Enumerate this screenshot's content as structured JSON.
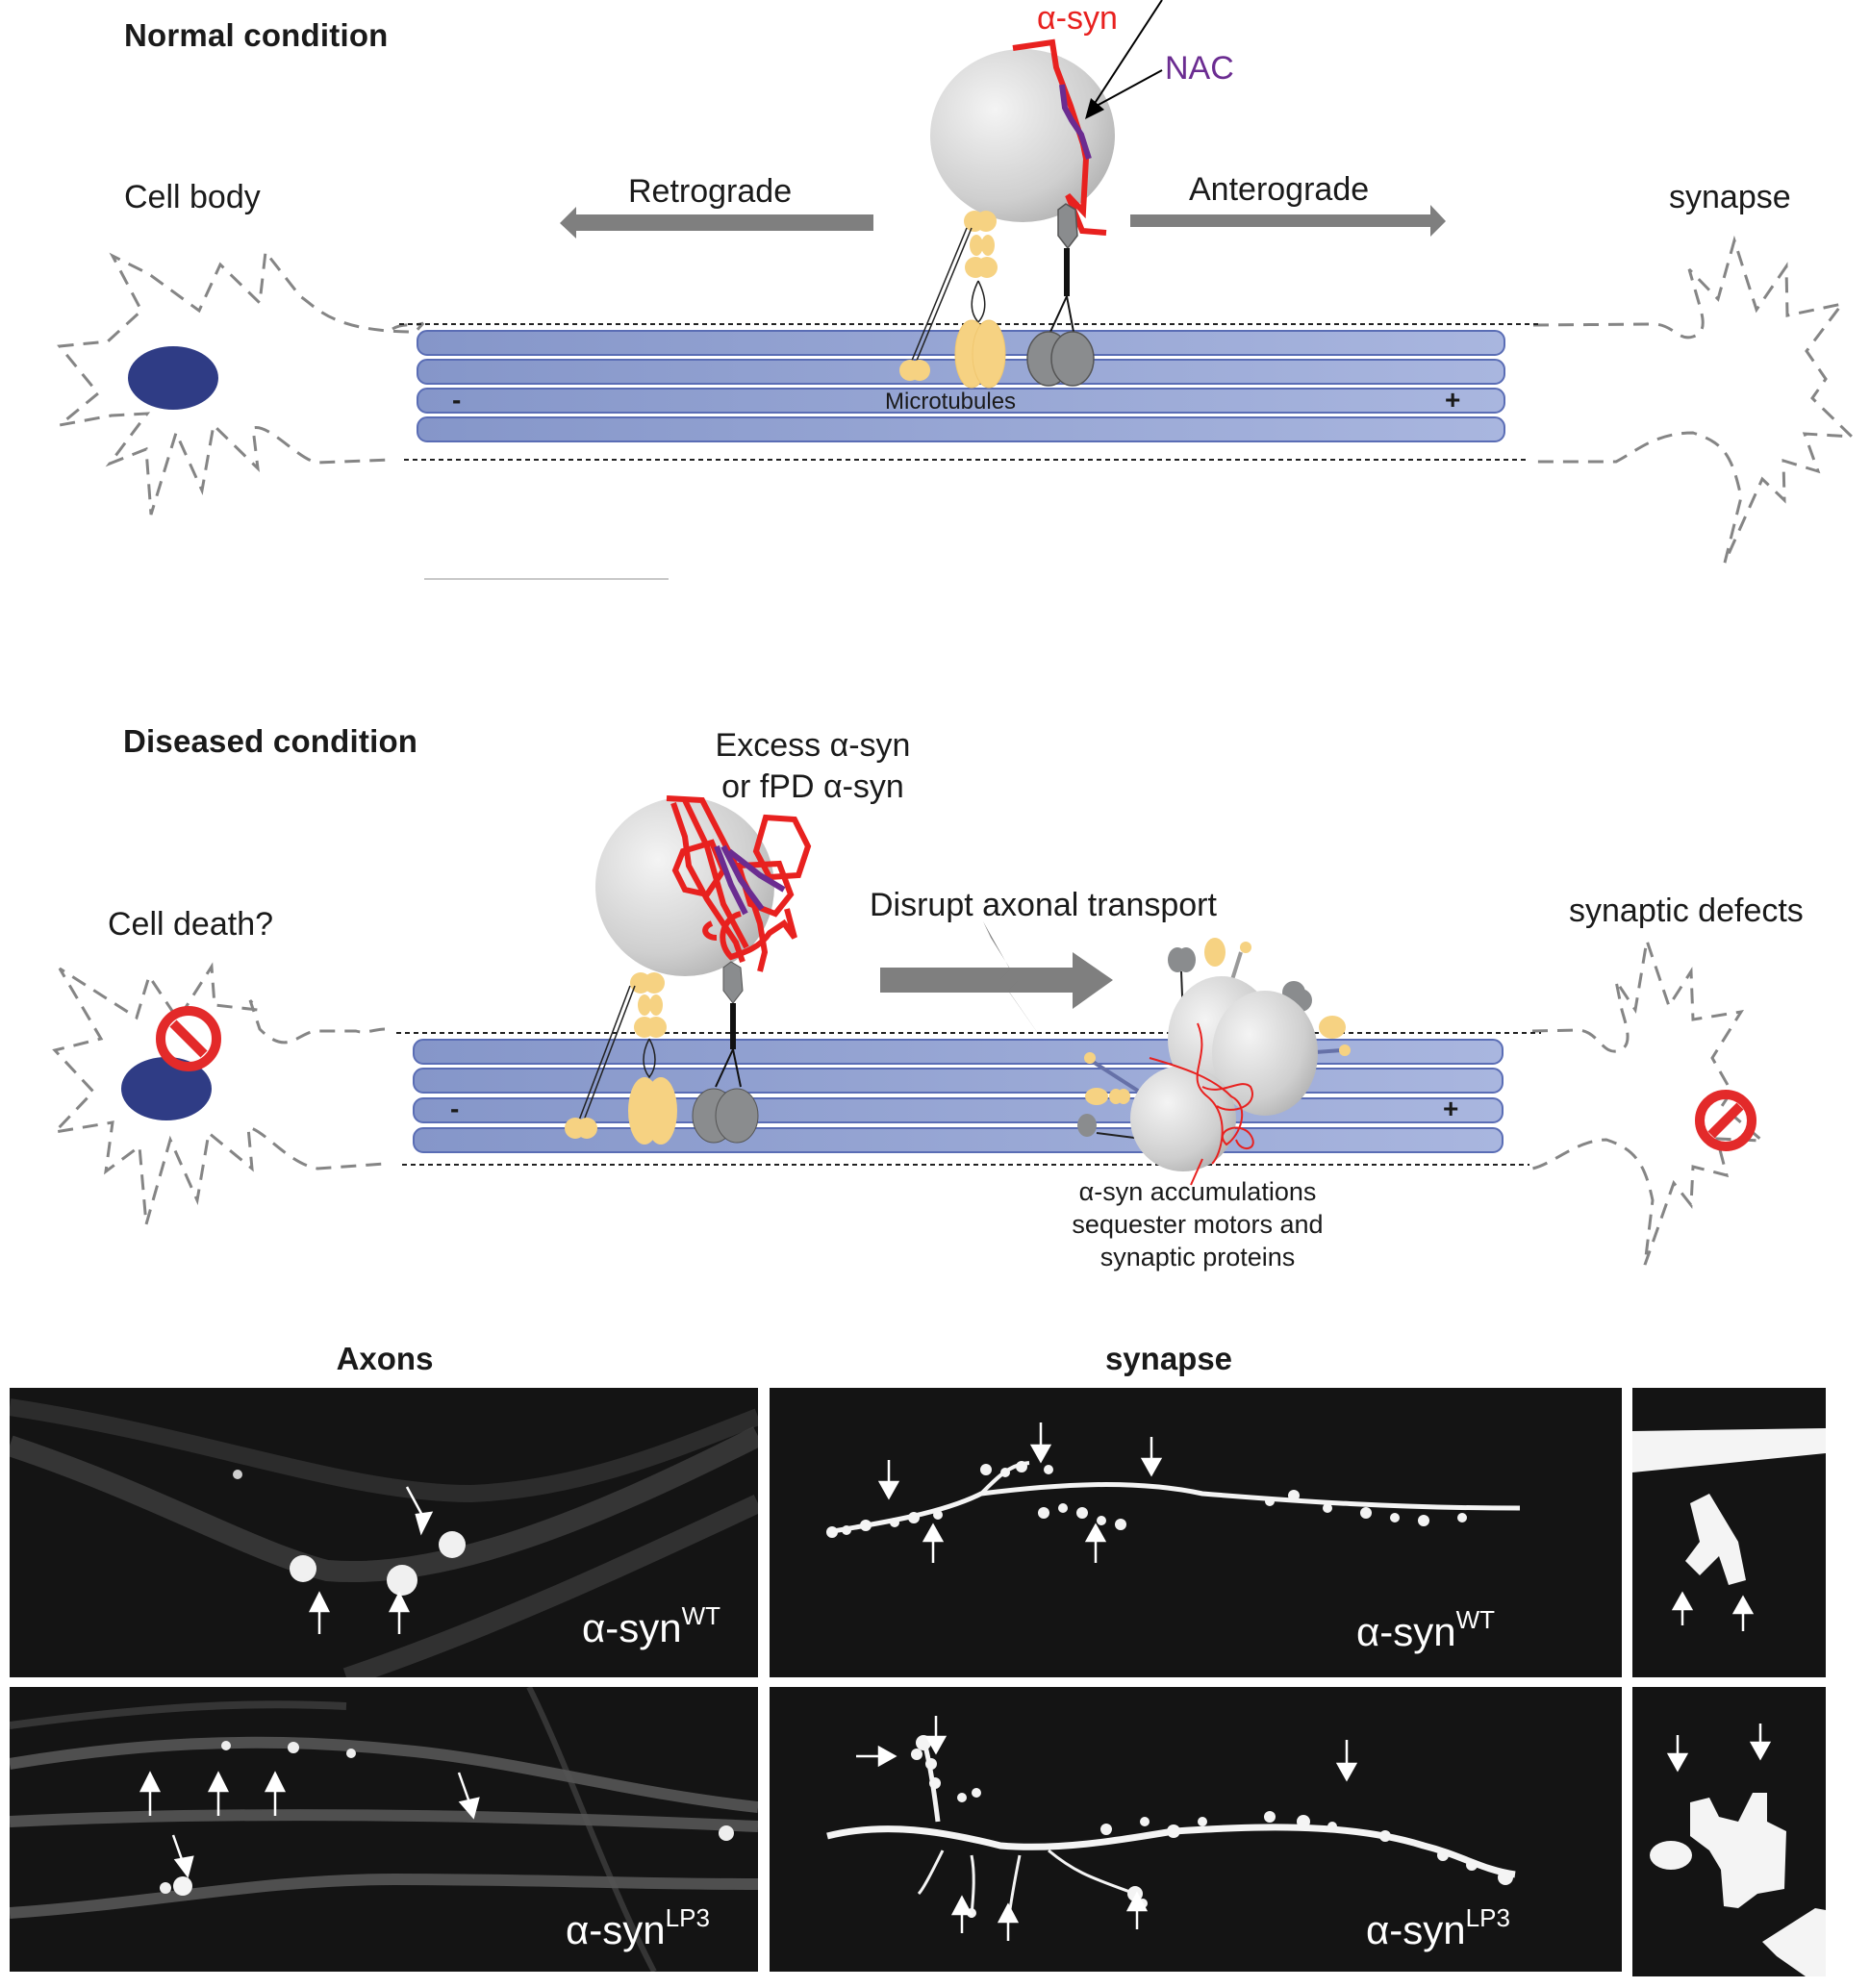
{
  "normal": {
    "title": "Normal condition",
    "cell_body_label": "Cell body",
    "synapse_label": "synapse",
    "retrograde_label": "Retrograde",
    "anterograde_label": "Anterograde",
    "asyn_label": "α-syn",
    "nac_label": "NAC",
    "microtubules_label": "Microtubules",
    "minus_sign": "-",
    "plus_sign": "+"
  },
  "diseased": {
    "title": "Diseased condition",
    "cell_death_label": "Cell death?",
    "synaptic_defects_label": "synaptic defects",
    "excess_label_line1": "Excess α-syn",
    "excess_label_line2": "or fPD α-syn",
    "disrupt_label": "Disrupt axonal transport",
    "accum_line1": "α-syn accumulations",
    "accum_line2": "sequester motors and",
    "accum_line3": "synaptic proteins",
    "minus_sign": "-",
    "plus_sign": "+"
  },
  "micrographs": {
    "axons_header": "Axons",
    "synapse_header": "synapse",
    "rows": [
      {
        "label_base": "α-syn",
        "label_sup": "WT"
      },
      {
        "label_base": "α-syn",
        "label_sup": "LP3"
      }
    ]
  },
  "colors": {
    "asyn_red": "#e8211f",
    "nac_purple": "#6b2c91",
    "microtubule_blue": "#8fa0d0",
    "nucleus_navy": "#2f3c85",
    "motor_yellow": "#f6d282",
    "motor_gray": "#8a8c8e",
    "arrow_gray": "#7f7f7f"
  }
}
